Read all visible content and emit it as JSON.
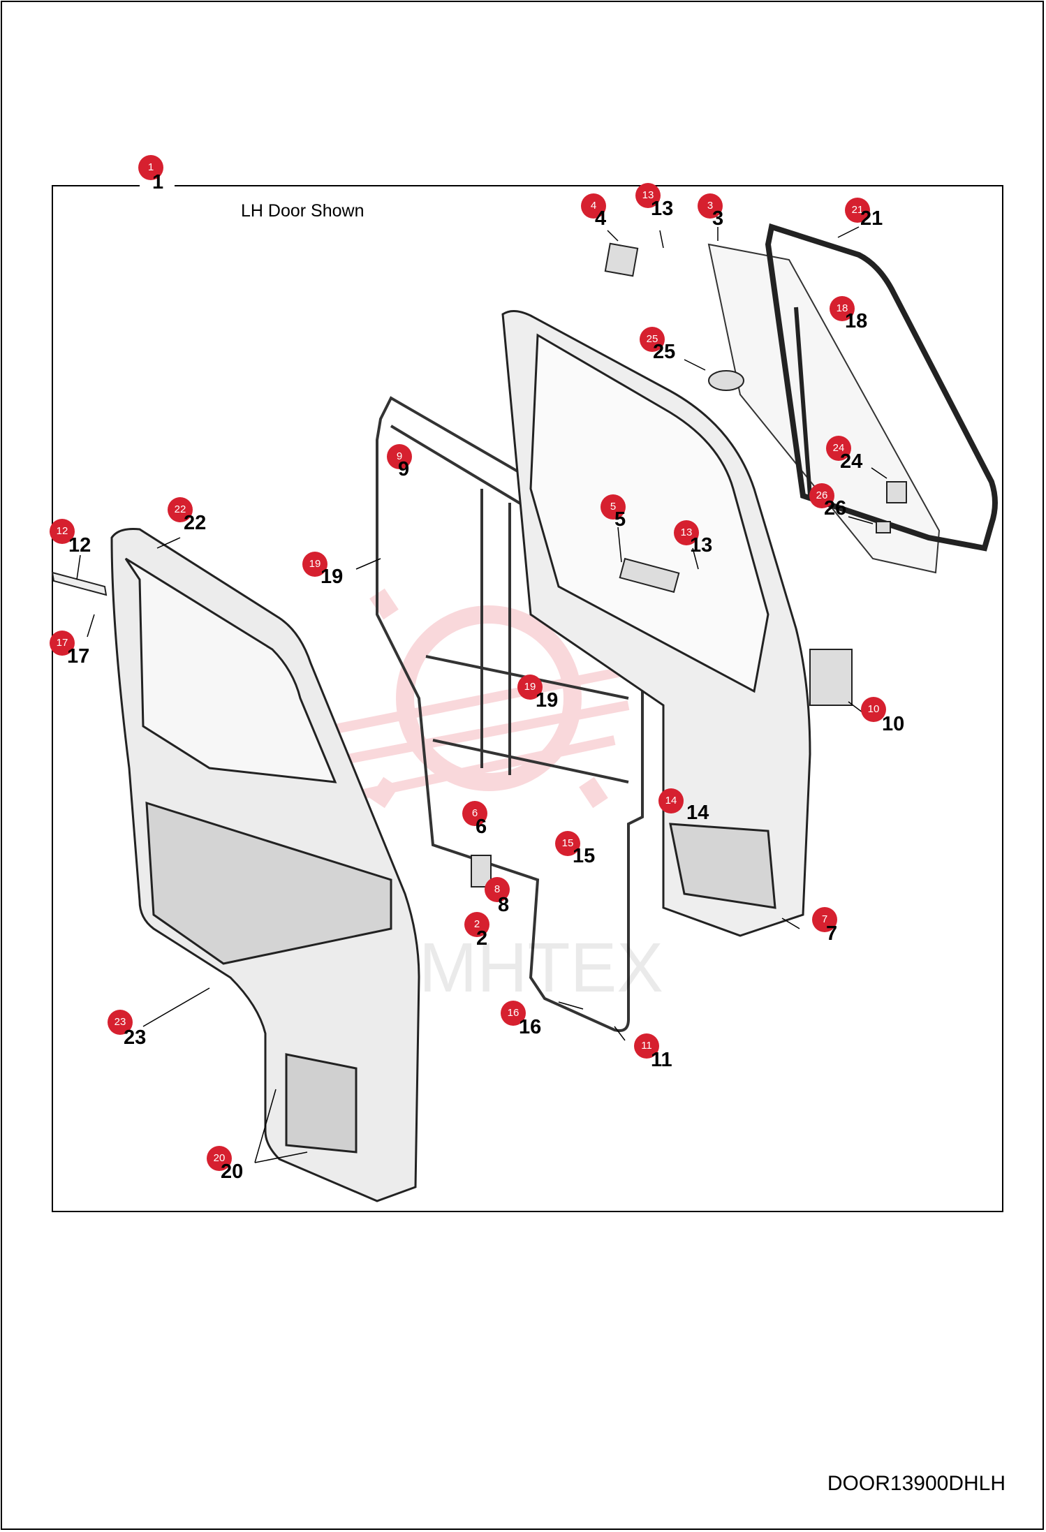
{
  "caption": "LH Door Shown",
  "drawing_code": "DOOR13900DHLH",
  "watermark": "MHTEX",
  "accent_color": "#d6202f",
  "callouts": [
    {
      "ref": "1",
      "label": "1"
    },
    {
      "ref": "4",
      "label": "4"
    },
    {
      "ref": "13",
      "label": "13"
    },
    {
      "ref": "3",
      "label": "3"
    },
    {
      "ref": "21",
      "label": "21"
    },
    {
      "ref": "18",
      "label": "18"
    },
    {
      "ref": "25",
      "label": "25"
    },
    {
      "ref": "9",
      "label": "9"
    },
    {
      "ref": "24",
      "label": "24"
    },
    {
      "ref": "5",
      "label": "5"
    },
    {
      "ref": "26",
      "label": "26"
    },
    {
      "ref": "22",
      "label": "22"
    },
    {
      "ref": "12",
      "label": "12"
    },
    {
      "ref": "13",
      "label": "13"
    },
    {
      "ref": "19",
      "label": "19"
    },
    {
      "ref": "17",
      "label": "17"
    },
    {
      "ref": "10",
      "label": "10"
    },
    {
      "ref": "19",
      "label": "19"
    },
    {
      "ref": "14",
      "label": "14"
    },
    {
      "ref": "6",
      "label": "6"
    },
    {
      "ref": "15",
      "label": "15"
    },
    {
      "ref": "8",
      "label": "8"
    },
    {
      "ref": "7",
      "label": "7"
    },
    {
      "ref": "2",
      "label": "2"
    },
    {
      "ref": "16",
      "label": "16"
    },
    {
      "ref": "23",
      "label": "23"
    },
    {
      "ref": "11",
      "label": "11"
    },
    {
      "ref": "20",
      "label": "20"
    }
  ]
}
